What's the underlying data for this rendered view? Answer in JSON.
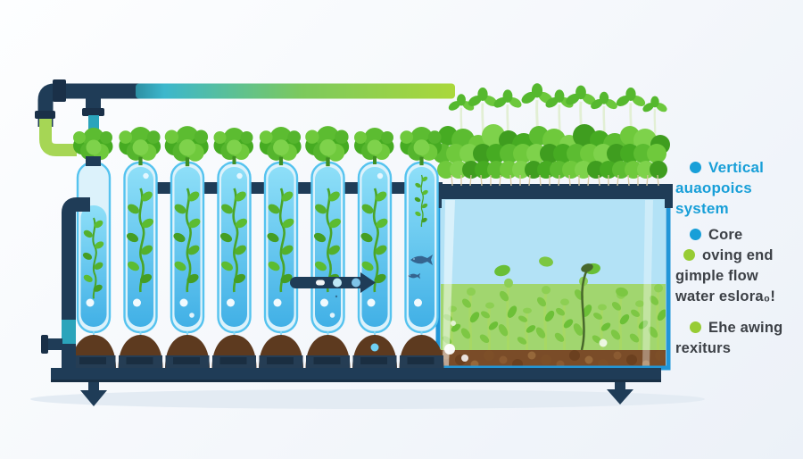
{
  "legend": {
    "blocks": [
      {
        "style": "blue",
        "lines": [
          {
            "bullet": "blue",
            "text": "Vertical"
          },
          {
            "text": "auaopoics"
          },
          {
            "text": "system"
          }
        ]
      },
      {
        "style": "dark",
        "lines": [
          {
            "bullet": "blue",
            "text": "Core"
          },
          {
            "bullet": "green",
            "text": "oving end"
          },
          {
            "text": "gimple flow"
          },
          {
            "text": "water eslora₀!"
          }
        ]
      },
      {
        "style": "dark",
        "lines": [
          {
            "bullet": "green",
            "text": "Ehe awing"
          },
          {
            "text": "rexiturs"
          }
        ]
      }
    ]
  },
  "system": {
    "grow_tubes": 8,
    "fish_in_tank": [
      [
        553,
        247,
        1.0
      ],
      [
        622,
        262,
        1.0
      ],
      [
        533,
        276,
        0.85
      ],
      [
        614,
        280,
        0.9
      ],
      [
        684,
        282,
        0.95
      ],
      [
        568,
        293,
        0.9
      ]
    ],
    "fish_in_tube": [
      [
        472,
        291,
        1.0
      ],
      [
        464,
        309,
        0.55
      ]
    ]
  },
  "icons": {
    "legend-bullet": "●",
    "flow-direction-arrow": "▶",
    "outlet-down-arrow": "▼"
  },
  "colors": {
    "pipe_navy": "#1f3c57",
    "pipe_navy_dark": "#1a3048",
    "pipe_teal": "#2ba4bb",
    "pipe_green": "#a6d655",
    "gradient_pipe": [
      "#2d8fa3",
      "#3cb7cc",
      "#7cc95d",
      "#aad83b"
    ],
    "tube_border": "#55c3ef",
    "tube_glass": "#dcf2fb",
    "water_top": "#8edff8",
    "water_bottom": "#41b0e6",
    "vine_green": "#4aa528",
    "canopy_greens": [
      "#46ab22",
      "#5cbc31",
      "#6fc93c",
      "#7ed24b",
      "#3f9d1f"
    ],
    "tank_frame_blue": "#2196d8",
    "tank_water": "#b3e2f6",
    "tank_green_zone": "#9fd563",
    "gravel_brown": "#7a4c28",
    "soil_brown": "#5d3a1f",
    "fish_blue": "#35648f",
    "legend_blue": "#189fd8",
    "legend_green": "#97cc34",
    "text_dark": "#3c4046",
    "shadow": "#e3ebf3"
  }
}
